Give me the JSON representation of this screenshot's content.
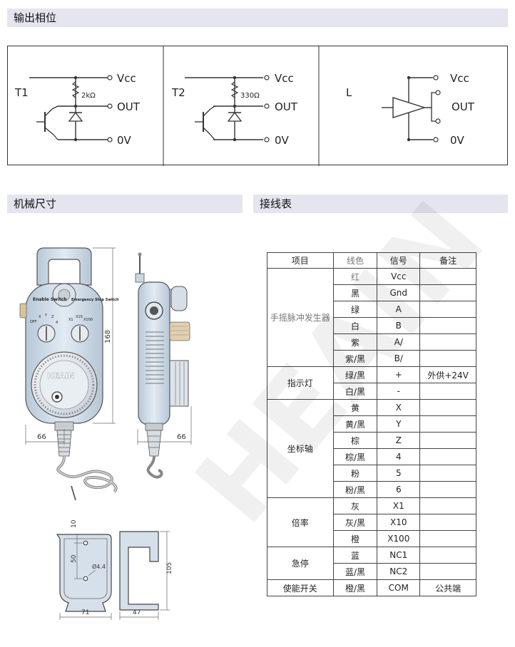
{
  "sections": {
    "output_phase": "输出相位",
    "dimensions": "机械尺寸",
    "wiring": "接线表"
  },
  "circuits": {
    "t1": {
      "label": "T1",
      "resistor": "2kΩ"
    },
    "t2": {
      "label": "T2",
      "resistor": "330Ω"
    },
    "l": {
      "label": "L"
    },
    "vcc": "Vcc",
    "out": "OUT",
    "ov": "0V"
  },
  "drawing": {
    "dim_168": "168",
    "dim_66_left": "66",
    "dim_66_right": "66",
    "dim_10": "10",
    "dim_50": "50",
    "dim_hole": "Ø4.4",
    "dim_71": "71",
    "dim_47": "47",
    "dim_105": "105",
    "brand": "HEAIN",
    "enable_switch": "Enable Switch",
    "estop_switch": "Emergency Stop Switch",
    "axis_labels": [
      "OFF",
      "X",
      "Y",
      "Z",
      "4"
    ],
    "rate_labels": [
      "X1",
      "X10",
      "X100"
    ],
    "watermark": "HEAIN"
  },
  "table": {
    "headers": [
      "项目",
      "线色",
      "信号",
      "备注"
    ],
    "rows": [
      {
        "group": "手摇脉冲发生器",
        "span": 6,
        "color": "红",
        "signal": "Vcc",
        "note": ""
      },
      {
        "color": "黑",
        "signal": "Gnd",
        "note": ""
      },
      {
        "color": "绿",
        "signal": "A",
        "note": ""
      },
      {
        "color": "白",
        "signal": "B",
        "note": ""
      },
      {
        "color": "紫",
        "signal": "A/",
        "note": ""
      },
      {
        "color": "紫/黑",
        "signal": "B/",
        "note": ""
      },
      {
        "group": "指示灯",
        "span": 2,
        "color": "绿/黑",
        "signal": "+",
        "note": "外供+24V"
      },
      {
        "color": "白/黑",
        "signal": "-",
        "note": ""
      },
      {
        "group": "坐标轴",
        "span": 6,
        "color": "黄",
        "signal": "X",
        "note": ""
      },
      {
        "color": "黄/黑",
        "signal": "Y",
        "note": ""
      },
      {
        "color": "棕",
        "signal": "Z",
        "note": ""
      },
      {
        "color": "棕/黑",
        "signal": "4",
        "note": ""
      },
      {
        "color": "粉",
        "signal": "5",
        "note": ""
      },
      {
        "color": "粉/黑",
        "signal": "6",
        "note": ""
      },
      {
        "group": "倍率",
        "span": 3,
        "color": "灰",
        "signal": "X1",
        "note": ""
      },
      {
        "color": "灰/黑",
        "signal": "X10",
        "note": ""
      },
      {
        "color": "橙",
        "signal": "X100",
        "note": ""
      },
      {
        "group": "急停",
        "span": 2,
        "color": "蓝",
        "signal": "NC1",
        "note": ""
      },
      {
        "color": "蓝/黑",
        "signal": "NC2",
        "note": ""
      },
      {
        "group": "使能开关",
        "span": 1,
        "color": "橙/黑",
        "signal": "COM",
        "note": "公共端"
      }
    ]
  },
  "colors": {
    "section_bg": "#e4e5ee",
    "body_blue": "#cfdbe8",
    "line": "#333333"
  }
}
